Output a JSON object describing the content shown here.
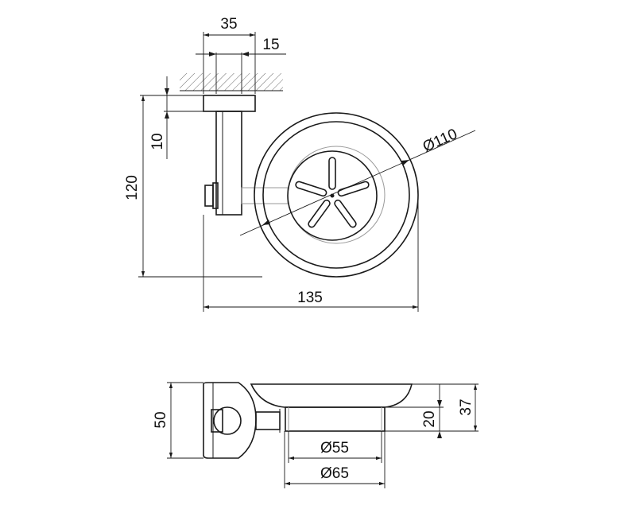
{
  "drawing": {
    "top_view": {
      "dim_width_35": "35",
      "dim_width_15": "15",
      "dim_height_10": "10",
      "dim_height_120": "120",
      "dim_diameter_110": "Ø110",
      "dim_length_135": "135"
    },
    "side_view": {
      "dim_height_50": "50",
      "dim_height_20": "20",
      "dim_height_37": "37",
      "dim_diameter_55": "Ø55",
      "dim_diameter_65": "Ø65"
    }
  }
}
